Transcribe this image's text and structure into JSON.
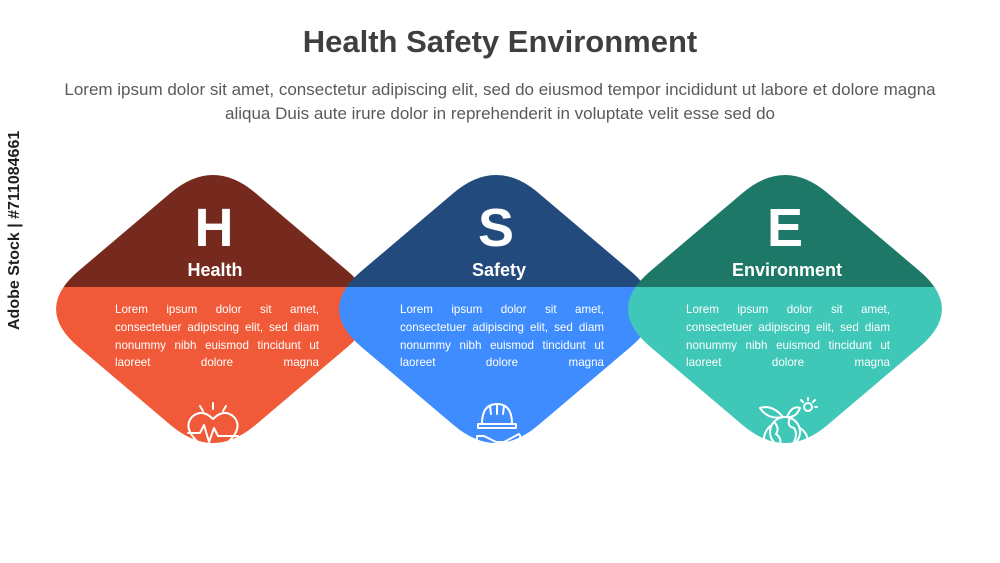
{
  "header": {
    "title": "Health Safety Environment",
    "subtitle": "Lorem ipsum dolor sit amet, consectetur adipiscing elit, sed do eiusmod tempor incididunt ut labore et dolore magna aliqua Duis aute irure dolor in reprehenderit in voluptate velit esse sed do"
  },
  "cards": [
    {
      "letter": "H",
      "label": "Health",
      "text": "Lorem ipsum dolor sit amet, consectetuer adipiscing elit, sed diam nonummy nibh euismod tincidunt ut laoreet dolore magna",
      "icon": "heart-pulse-icon",
      "dark_color": "#762a1d",
      "light_color": "#f05a38"
    },
    {
      "letter": "S",
      "label": "Safety",
      "text": "Lorem ipsum dolor sit amet, consectetuer adipiscing elit, sed diam nonummy nibh euismod tincidunt ut laoreet dolore magna",
      "icon": "hard-hat-hand-icon",
      "dark_color": "#234a7c",
      "light_color": "#3f8cff"
    },
    {
      "letter": "E",
      "label": "Environment",
      "text": "Lorem ipsum dolor sit amet, consectetuer adipiscing elit, sed diam nonummy nibh euismod tincidunt ut laoreet dolore magna",
      "icon": "globe-leaves-icon",
      "dark_color": "#1e7868",
      "light_color": "#3fc7b8"
    }
  ],
  "watermark": "Adobe Stock | #711084661"
}
